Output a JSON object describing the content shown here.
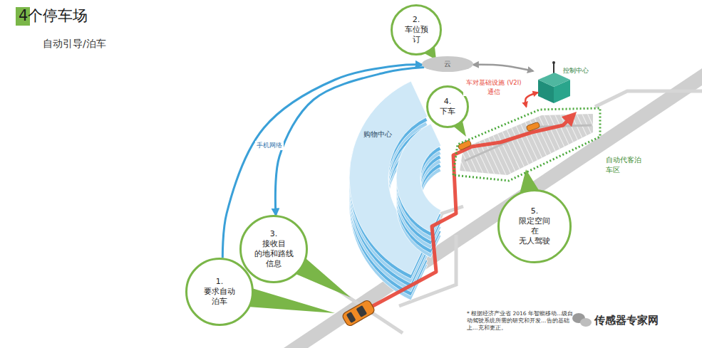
{
  "diagram": {
    "title": "4个停车场",
    "nodes": [
      {
        "text": [
          "2.",
          "车位预 订"
        ]
      },
      {
        "text": [
          "云"
        ]
      },
      {
        "text": [
          "控制中心"
        ]
      },
      {
        "text": [
          "4.",
          "下车"
        ]
      },
      {
        "text": [
          "购物中心"
        ]
      },
      {
        "text": [
          "自动代客泊车区"
        ]
      },
      {
        "text": [
          "5.",
          "限定空间 在 无人驾驶"
        ]
      },
      {
        "text": [
          "3.",
          "接收目 的地和路线 信息"
        ]
      },
      {
        "text": [
          "1.",
          "要求自动 泊车"
        ]
      }
    ],
    "edges": [
      {
        "from": 8,
        "to": 1,
        "label": "手机网络",
        "arrow": "to"
      },
      {
        "from": 1,
        "to": 7,
        "arrow": "to"
      },
      {
        "from": 1,
        "to": 2,
        "arrow": "both"
      },
      {
        "from": 2,
        "to": 5,
        "label": "车对基础设施 (V2I) 通信",
        "arrow": "both"
      }
    ],
    "labels": [
      "自动引导/泊车",
      "* 根据经济产业省 2016 年智能移动…级自动驾驶系统所需的研究和开发…告的基础上…充和更正。",
      "传感器专家网"
    ]
  }
}
